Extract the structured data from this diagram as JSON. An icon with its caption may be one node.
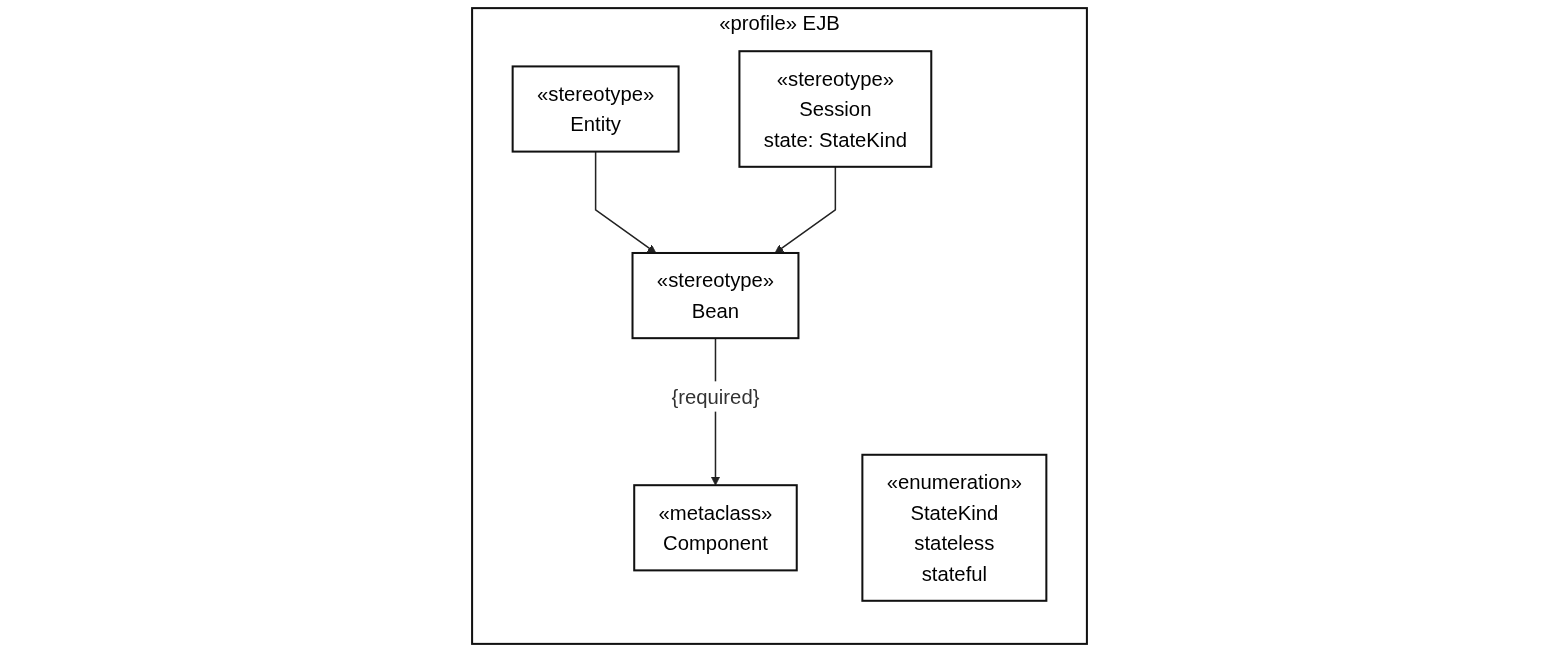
{
  "diagram": {
    "nodes": [
      {
        "text": [
          "«profile» EJB"
        ]
      },
      {
        "text": [
          "«metaclass»",
          "Component"
        ],
        "in": 0
      },
      {
        "text": [
          "«stereotype»",
          "Bean"
        ],
        "in": 0
      },
      {
        "text": [
          "«stereotype»",
          "Entity"
        ],
        "in": 0
      },
      {
        "text": [
          "«stereotype»",
          "Session",
          "state: StateKind"
        ],
        "in": 0
      },
      {
        "text": [
          "«enumeration»",
          "StateKind",
          "stateless",
          "stateful"
        ],
        "in": 0
      }
    ],
    "edges": [
      {
        "from": 2,
        "to": 1,
        "arrow": "to",
        "label": "{required}"
      },
      {
        "from": 3,
        "to": 2,
        "arrow": "to"
      },
      {
        "from": 4,
        "to": 2,
        "arrow": "to"
      }
    ]
  }
}
